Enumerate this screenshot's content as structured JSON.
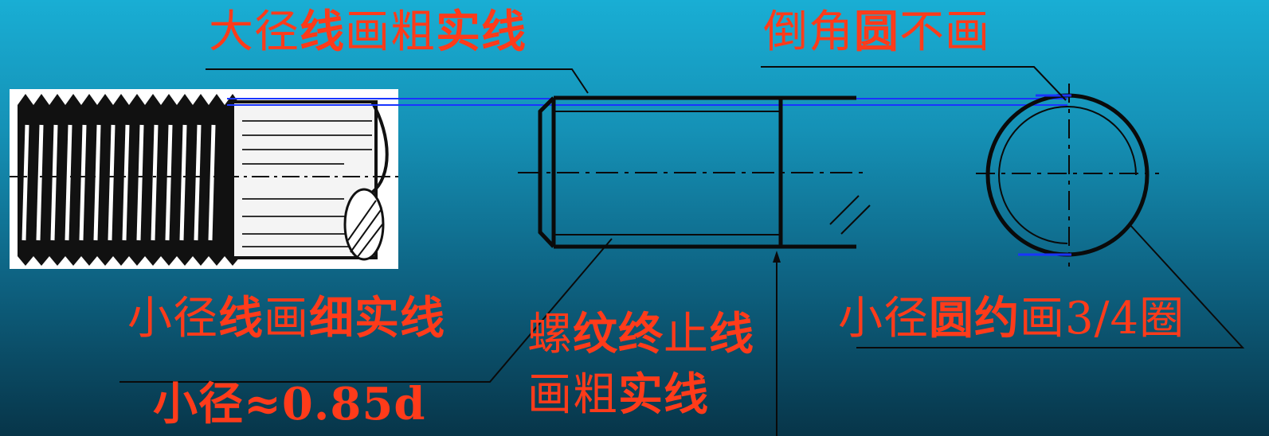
{
  "labels": {
    "major_line": [
      "大径",
      "线",
      "画粗",
      "实线"
    ],
    "chamfer_circle": [
      "倒角",
      "圆",
      "不画"
    ],
    "minor_line": [
      "小径",
      "线",
      "画",
      "细实线"
    ],
    "thread_end": [
      "螺",
      "纹终",
      "止",
      "线"
    ],
    "thread_end_2": [
      "画粗",
      "实线"
    ],
    "minor_circle": [
      "小径",
      "圆约",
      "画3/4圈"
    ],
    "minor_formula": "小径≈0.85d"
  },
  "colors": {
    "label": "#ff3b1a",
    "drawing_line": "#0a0a0a",
    "projection_line": "#1a35ff"
  }
}
